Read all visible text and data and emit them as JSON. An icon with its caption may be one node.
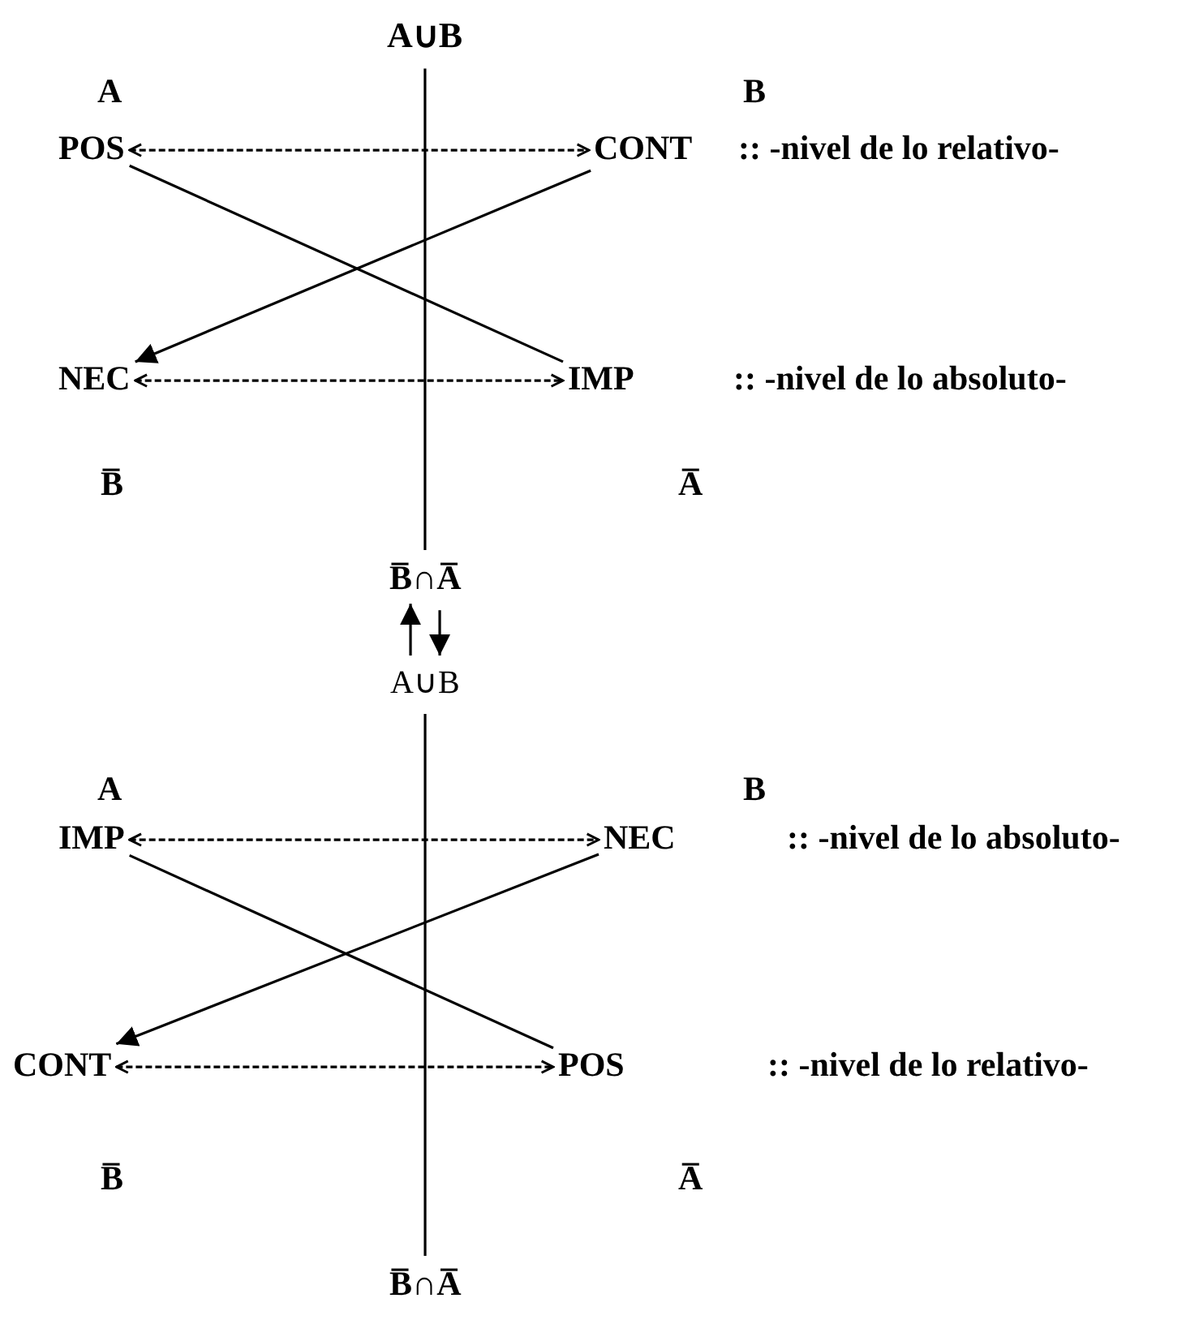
{
  "diagram": {
    "nodes": [
      {
        "text": [
          "A∪B"
        ]
      },
      {
        "text": [
          "POS"
        ]
      },
      {
        "text": [
          "CONT"
        ]
      },
      {
        "text": [
          "NEC"
        ]
      },
      {
        "text": [
          "IMP"
        ]
      },
      {
        "text": [
          "B̅∩A̅"
        ]
      },
      {
        "text": [
          "A∪B"
        ]
      },
      {
        "text": [
          "IMP"
        ]
      },
      {
        "text": [
          "NEC"
        ]
      },
      {
        "text": [
          "CONT"
        ]
      },
      {
        "text": [
          "POS"
        ]
      },
      {
        "text": [
          "B̅∩A̅"
        ]
      }
    ],
    "edges": [
      {
        "from": 0,
        "to": 5,
        "arrow": "none"
      },
      {
        "from": 1,
        "to": 2,
        "arrow": "both",
        "style": "dashed"
      },
      {
        "from": 2,
        "to": 3,
        "arrow": "to"
      },
      {
        "from": 1,
        "to": 4,
        "arrow": "none"
      },
      {
        "from": 3,
        "to": 4,
        "arrow": "both",
        "style": "dashed"
      },
      {
        "from": 6,
        "to": 5,
        "arrow": "to"
      },
      {
        "from": 5,
        "to": 6,
        "arrow": "to"
      },
      {
        "from": 6,
        "to": 11,
        "arrow": "none"
      },
      {
        "from": 7,
        "to": 8,
        "arrow": "both",
        "style": "dashed"
      },
      {
        "from": 8,
        "to": 9,
        "arrow": "to"
      },
      {
        "from": 7,
        "to": 10,
        "arrow": "none"
      },
      {
        "from": 9,
        "to": 10,
        "arrow": "both",
        "style": "dashed"
      }
    ],
    "labels": [
      "A",
      "B",
      ":: -nivel de lo relativo-",
      ":: -nivel de lo absoluto-",
      "B̅",
      "A̅",
      "A",
      "B",
      ":: -nivel de lo absoluto-",
      ":: -nivel de lo relativo-",
      "B̅",
      "A̅"
    ]
  }
}
